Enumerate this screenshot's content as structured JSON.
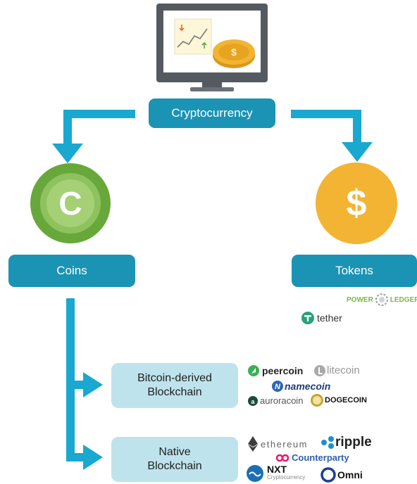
{
  "root": {
    "label": "Cryptocurrency"
  },
  "coins": {
    "label": "Coins",
    "symbol": "C"
  },
  "tokens": {
    "label": "Tokens",
    "symbol": "$",
    "logos": [
      {
        "name": "POWER LEDGER",
        "part1": "POWER",
        "part2": "LEDGER"
      },
      {
        "name": "tether"
      }
    ]
  },
  "categories": [
    {
      "line1": "Bitcoin-derived",
      "line2": "Blockchain",
      "logos": [
        "peercoin",
        "litecoin",
        "namecoin",
        "auroracoin",
        "DOGECOIN"
      ]
    },
    {
      "line1": "Native",
      "line2": "Blockchain",
      "logos": [
        "ethereum",
        "ripple",
        "Counterparty",
        "NXT",
        "Cryptocurrency",
        "Omni"
      ]
    }
  ],
  "colors": {
    "arrow": "#19a8cf",
    "pill": "#1b93b4",
    "sub_pill": "#bfe3ec",
    "coin_green": "#7ab648",
    "coin_gold": "#f2b432",
    "power_ledger": "#78b943",
    "tether": "#26a17b",
    "counterparty": "#e6186d",
    "omni": "#1c3f94"
  },
  "icons": [
    "monitor-icon",
    "chart-icon",
    "coin-icon",
    "coin-c-icon",
    "coin-dollar-icon"
  ]
}
